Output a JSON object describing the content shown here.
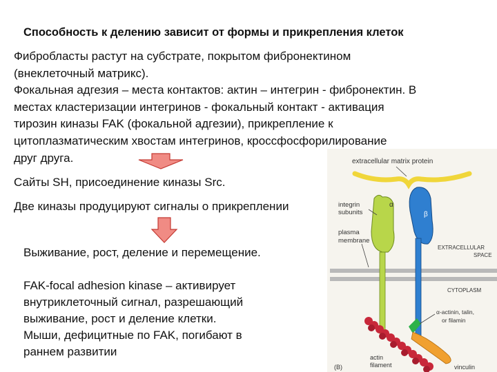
{
  "title": "Способность к делению зависит от формы и прикрепления клеток",
  "paragraph1": [
    "Фибробласты растут на субстрате, покрытом фибронектином",
    "(внеклеточный матрикс).",
    "Фокальная адгезия – места контактов: актин – интегрин - фибронектин. В",
    "местах кластеризации интегринов - фокальный контакт - активация",
    "тирозин киназы FAK (фокальной адгезии), прикрепление к",
    "цитоплазматическим хвостам интегринов, кроссфосфорилирование",
    " друг друга."
  ],
  "line_sh": "Сайты SH, присоединение киназы   Src.",
  "line_kinases": "Две киназы продуцируют сигналы о прикреплении",
  "line_survival": "Выживание, рост, деление и перемещение.",
  "paragraph2": [
    "FAK-focal adhesion kinase – активирует",
    "внутриклеточный сигнал, разрешающий",
    "выживание, рост и деление клетки.",
    "Мыши, дефицитные по FAK, погибают в",
    "раннем развитии"
  ],
  "figure": {
    "label_ecm": "extracellular matrix protein",
    "label_integrin": [
      "integrin",
      "subunits"
    ],
    "label_plasma": [
      "plasma",
      "membrane"
    ],
    "label_alpha": "α",
    "label_beta": "β",
    "label_extracellular": [
      "EXTRACELLULAR",
      "SPACE"
    ],
    "label_cytoplasm": "CYTOPLASM",
    "label_actinin": [
      "α-actinin, talin,",
      "or filamin"
    ],
    "label_vinculin": "vinculin",
    "label_actin": [
      "actin",
      "filament"
    ],
    "label_panel": "(B)"
  },
  "colors": {
    "arrow_fill": "#f08b84",
    "arrow_stroke": "#c43a33",
    "alpha_subunit": "#b8d64a",
    "beta_subunit": "#2f7fd0",
    "ecm_protein": "#f0d63a",
    "actin": "#c8283a",
    "vinculin": "#f0a030",
    "membrane": "#b9b9b9",
    "figure_background": "#f6f4ee"
  },
  "icons": [
    "down-arrow-icon"
  ]
}
